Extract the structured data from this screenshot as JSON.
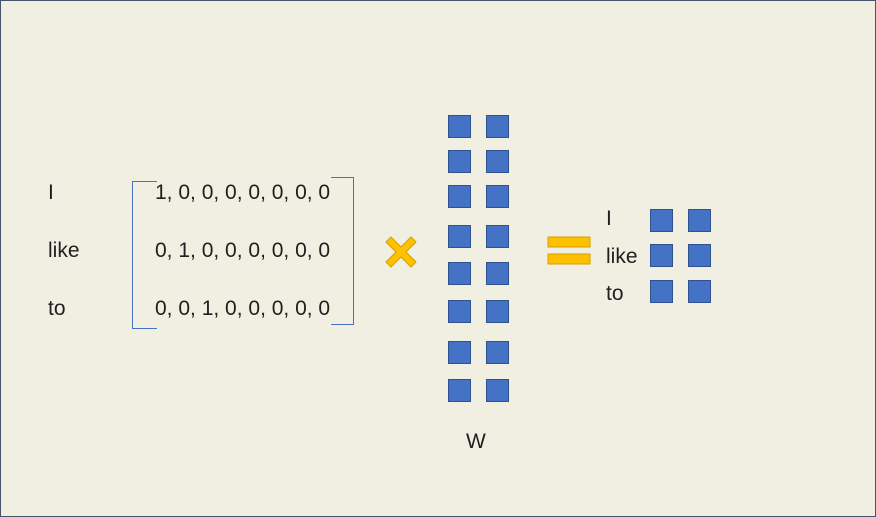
{
  "colors": {
    "background": "#f1efe1",
    "frame": "#44546a",
    "cell_fill": "#4472c4",
    "cell_border": "#2f528f",
    "bracket": "#4472c4",
    "operator": "#ffc000",
    "operator_border": "#d4a000"
  },
  "input": {
    "words": [
      "I",
      "like",
      "to"
    ],
    "rows": [
      "1, 0, 0, 0, 0, 0, 0, 0",
      "0, 1, 0, 0, 0, 0, 0, 0",
      "0, 0, 1, 0, 0, 0, 0, 0"
    ]
  },
  "operators": {
    "multiply_icon": "multiply-icon",
    "equals_icon": "equals-icon"
  },
  "weights": {
    "label": "W",
    "rows": 8,
    "cols": 2
  },
  "output": {
    "words": [
      "I",
      "like",
      "to"
    ],
    "rows": 3,
    "cols": 2
  }
}
